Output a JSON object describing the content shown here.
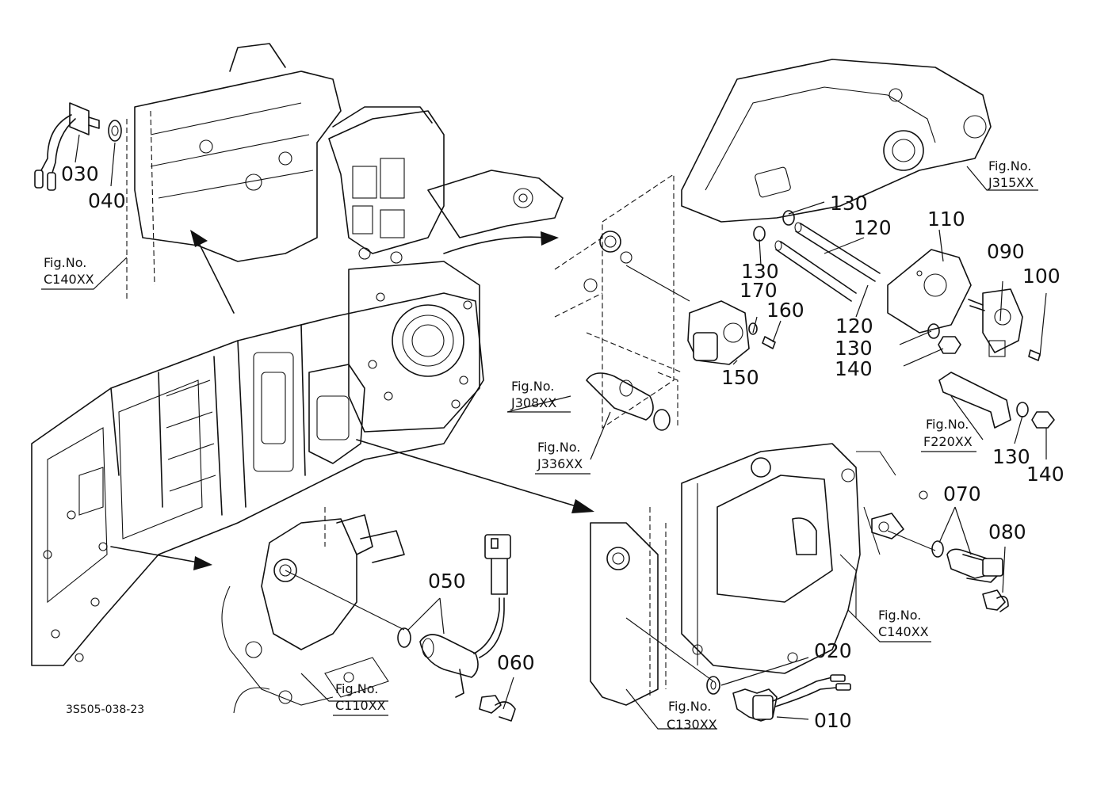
{
  "drawing_code": "3S505-038-23",
  "fig_refs": [
    {
      "line1": "Fig.No.",
      "line2": "C140XX"
    },
    {
      "line1": "Fig.No.",
      "line2": "J315XX"
    },
    {
      "line1": "Fig.No.",
      "line2": "J308XX"
    },
    {
      "line1": "Fig.No.",
      "line2": "J336XX"
    },
    {
      "line1": "Fig.No.",
      "line2": "F220XX"
    },
    {
      "line1": "Fig.No.",
      "line2": "C140XX"
    },
    {
      "line1": "Fig.No.",
      "line2": "C110XX"
    },
    {
      "line1": "Fig.No.",
      "line2": "C130XX"
    }
  ],
  "parts": {
    "p010": "010",
    "p020": "020",
    "p030": "030",
    "p040": "040",
    "p050": "050",
    "p060": "060",
    "p070": "070",
    "p080": "080",
    "p090": "090",
    "p100": "100",
    "p110": "110",
    "p120a": "120",
    "p120b": "120",
    "p130a": "130",
    "p130b": "130",
    "p130c": "130",
    "p130d": "130",
    "p140a": "140",
    "p140b": "140",
    "p150": "150",
    "p160": "160",
    "p170": "170"
  }
}
